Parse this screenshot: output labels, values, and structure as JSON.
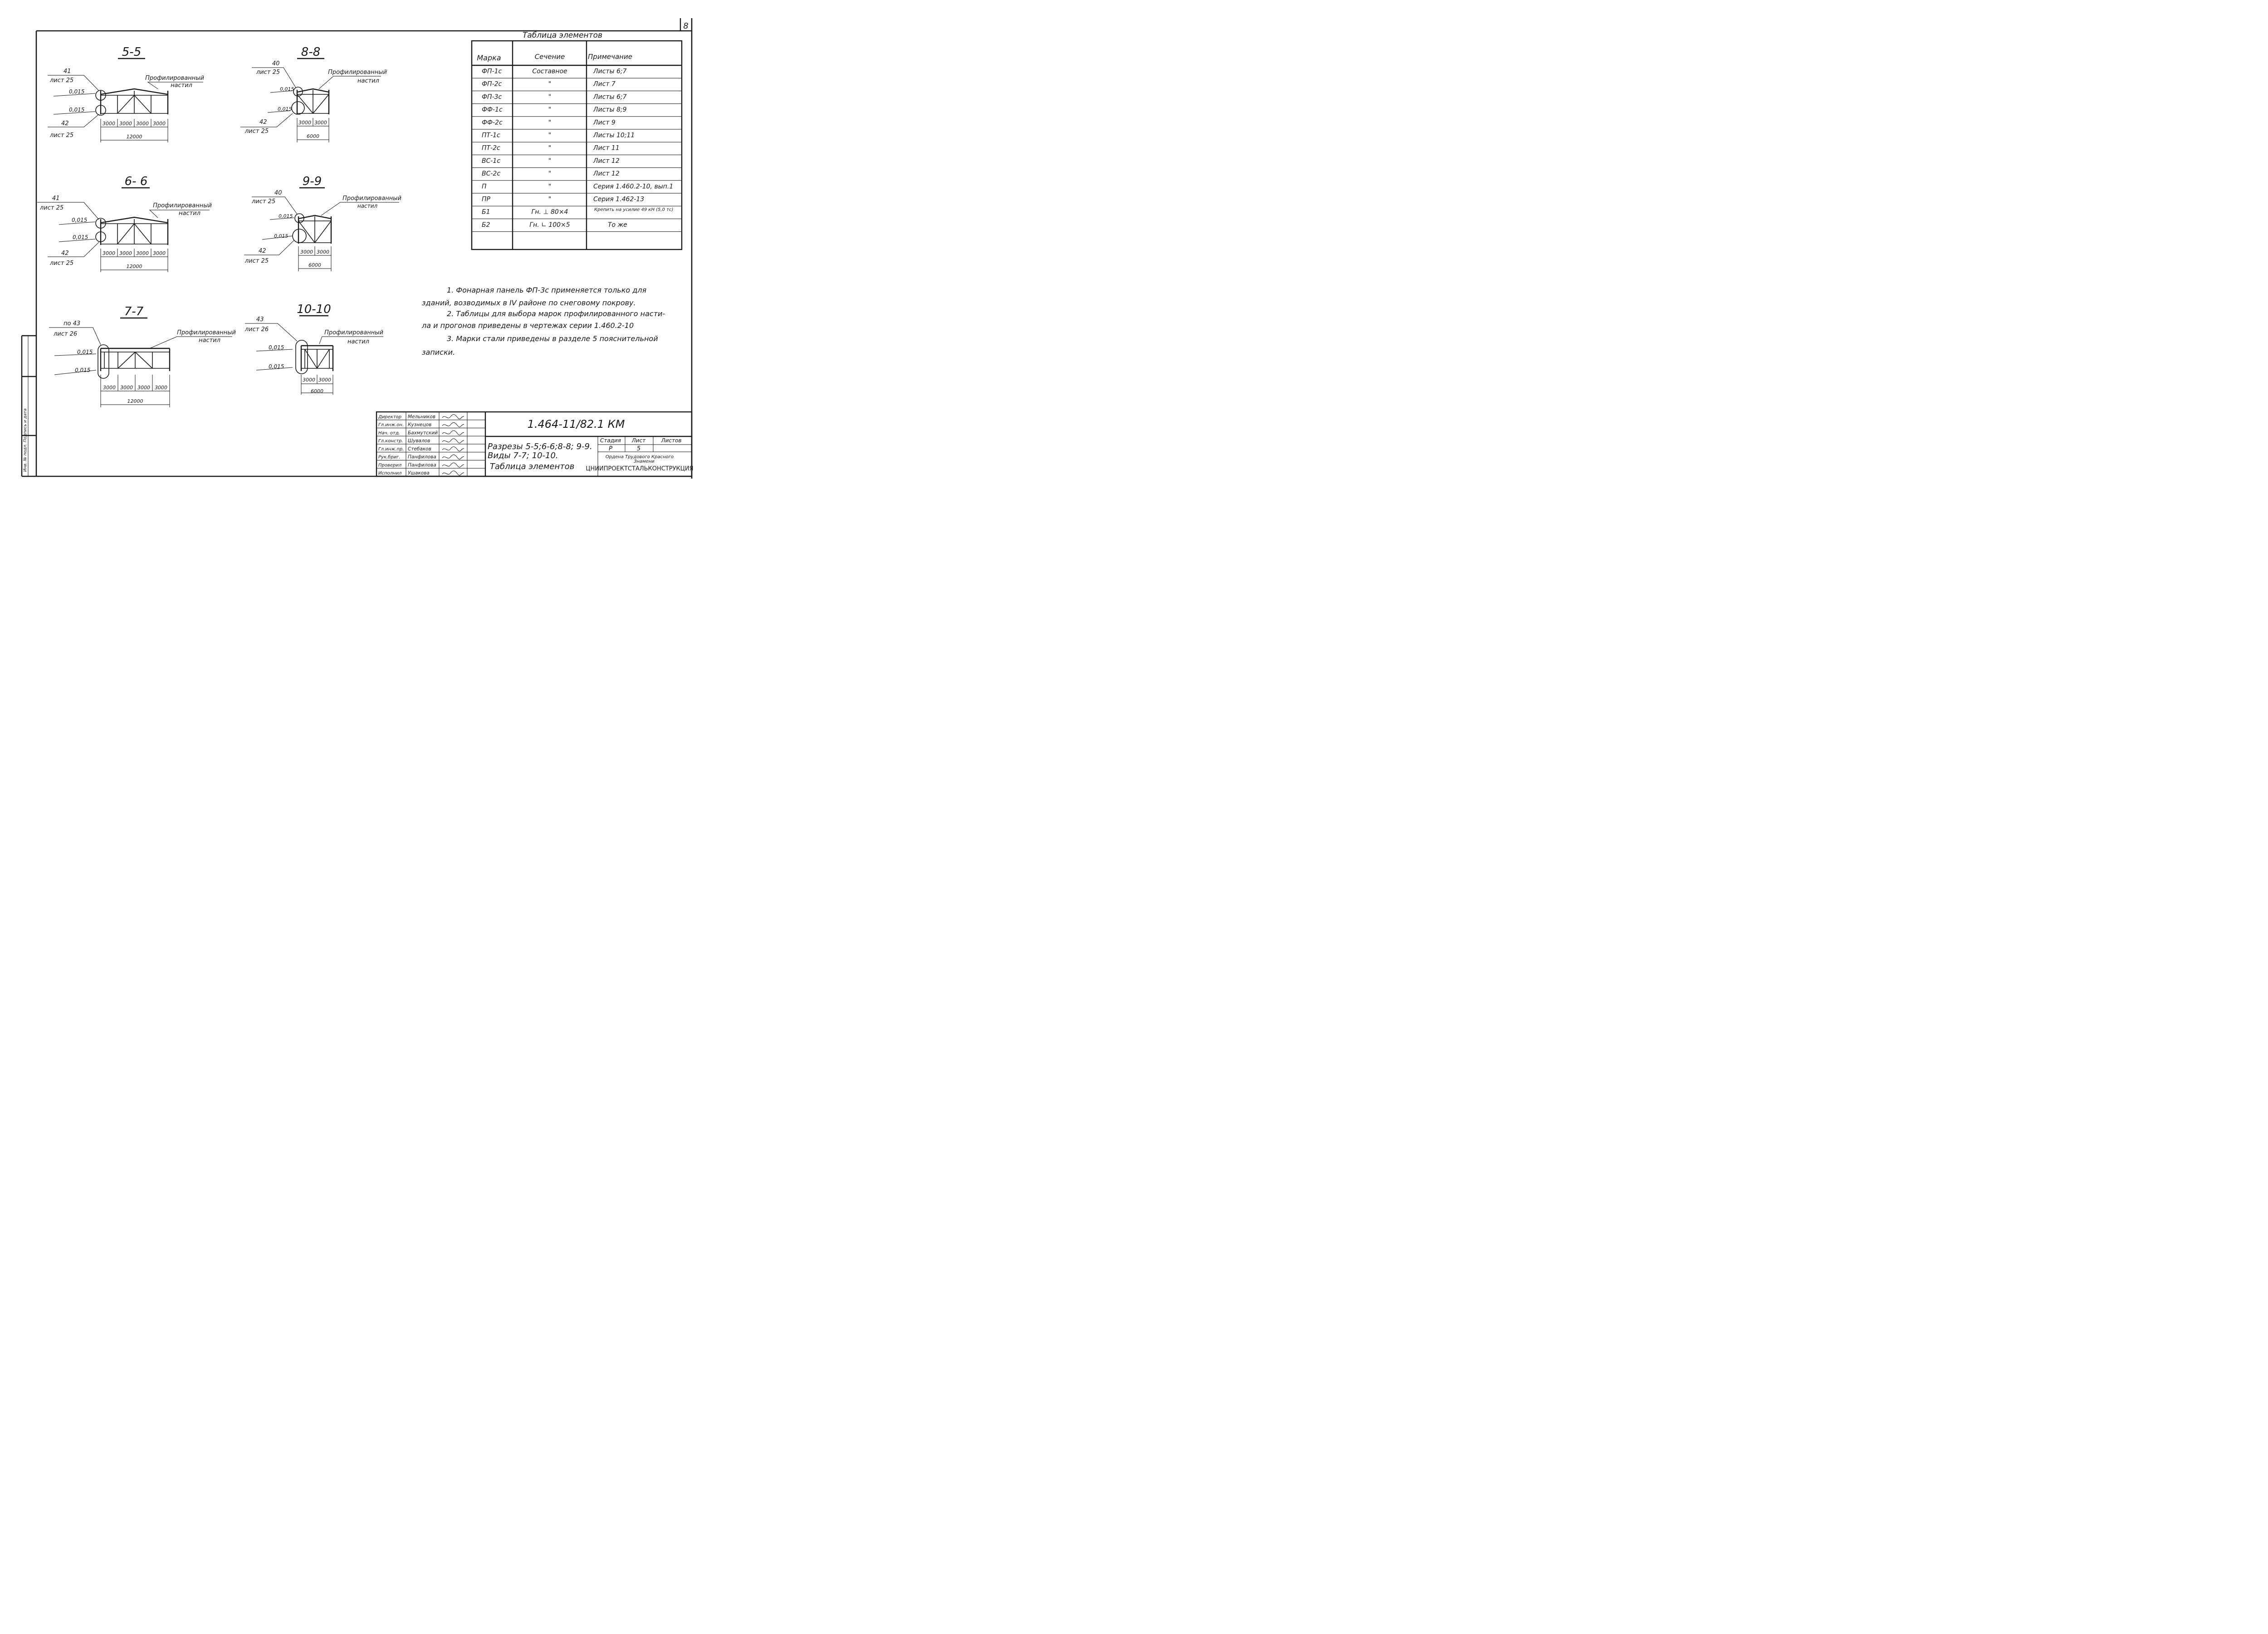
{
  "page_number": "8",
  "sections": [
    {
      "title": "5-5",
      "top_label": "41",
      "top_sheet": "лист 25",
      "bottom_label": "42",
      "bottom_sheet": "лист 25",
      "slope1": "0,015",
      "slope2": "0,015",
      "deck_1": "Профилированный",
      "deck_2": "настил",
      "dims": [
        "3000",
        "3000",
        "3000",
        "3000"
      ],
      "total": "12000"
    },
    {
      "title": "6- 6",
      "top_label": "41",
      "top_sheet": "лист 25",
      "bottom_label": "42",
      "bottom_sheet": "лист 25",
      "slope1": "0,015",
      "slope2": "0,015",
      "deck_1": "Профилированный",
      "deck_2": "настил",
      "dims": [
        "3000",
        "3000",
        "3000",
        "3000"
      ],
      "total": "12000"
    },
    {
      "title": "7-7",
      "top_label": "по 43",
      "top_sheet": "лист 26",
      "slope1": "0,015",
      "slope2": "0,015",
      "deck_1": "Профилированный",
      "deck_2": "настил",
      "dims": [
        "3000",
        "3000",
        "3000",
        "3000"
      ],
      "total": "12000"
    },
    {
      "title": "8-8",
      "top_label": "40",
      "top_sheet": "лист 25",
      "bottom_label": "42",
      "bottom_sheet": "лист 25",
      "slope1": "0,015",
      "slope2": "0,015",
      "deck_1": "Профилированный",
      "deck_2": "настил",
      "dims": [
        "3000",
        "3000"
      ],
      "total": "6000"
    },
    {
      "title": "9-9",
      "top_label": "40",
      "top_sheet": "лист 25",
      "bottom_label": "42",
      "bottom_sheet": "лист 25",
      "slope1": "0,015",
      "slope2": "0,015",
      "deck_1": "Профилированный",
      "deck_2": "настил",
      "dims": [
        "3000",
        "3000"
      ],
      "total": "6000"
    },
    {
      "title": "10-10",
      "top_label": "43",
      "top_sheet": "лист 26",
      "slope1": "0,015",
      "slope2": "0,015",
      "deck_1": "Профилированный",
      "deck_2": "настил",
      "dims": [
        "3000",
        "3000"
      ],
      "total": "6000"
    }
  ],
  "table": {
    "title": "Таблица элементов",
    "headers": [
      "Марка",
      "Сечение",
      "Примечание"
    ],
    "rows": [
      [
        "ФП-1с",
        "Составное",
        "Листы 6;7"
      ],
      [
        "ФП-2с",
        "\"",
        "Лист 7"
      ],
      [
        "ФП-3с",
        "\"",
        "Листы 6;7"
      ],
      [
        "ФФ-1с",
        "\"",
        "Листы 8;9"
      ],
      [
        "ФФ-2с",
        "\"",
        "Лист 9"
      ],
      [
        "ПТ-1с",
        "\"",
        "Листы 10;11"
      ],
      [
        "ПТ-2с",
        "\"",
        "Лист 11"
      ],
      [
        "ВС-1с",
        "\"",
        "Лист 12"
      ],
      [
        "ВС-2с",
        "\"",
        "Лист 12"
      ],
      [
        "П",
        "\"",
        "Серия 1.460.2-10, вып.1"
      ],
      [
        "ПР",
        "\"",
        "Серия 1.462-13"
      ],
      [
        "Б1",
        "Гн. ⊥ 80×4",
        "Крепить на усилие 49 кН (5,0 тс)"
      ],
      [
        "Б2",
        "Гн. ∟ 100×5",
        "То же"
      ],
      [
        "",
        "",
        ""
      ]
    ]
  },
  "notes": [
    "1. Фонарная панель ФП-3с применяется только для",
    "зданий, возводимых в IV районе по снеговому покрову.",
    "2. Таблицы для выбора марок профилированного насти-",
    "ла и прогонов приведены в чертежах серии 1.460.2-10",
    "3. Марки стали приведены в разделе 5 пояснительной",
    "записки."
  ],
  "stamp": {
    "code": "1.464-11/82.1 КМ",
    "title_lines": [
      "Разрезы 5-5;6-6;8-8; 9-9.",
      "Виды 7-7; 10-10.",
      "Таблица элементов"
    ],
    "roles": [
      {
        "role": "Директор",
        "name": "Мельников"
      },
      {
        "role": "Гл.инж.он.",
        "name": "Кузнецов"
      },
      {
        "role": "Нач. отд.",
        "name": "Бахмутский"
      },
      {
        "role": "Гл.констр.",
        "name": "Шувалов"
      },
      {
        "role": "Гл.инж.пр.",
        "name": "Стебаков"
      },
      {
        "role": "Рук.бриг.",
        "name": "Панфилова"
      },
      {
        "role": "Проверил",
        "name": "Панфилова"
      },
      {
        "role": "Исполнил",
        "name": "Ушакова"
      }
    ],
    "stage_label": "Стадия",
    "sheet_label": "Лист",
    "sheets_label": "Листов",
    "stage": "Р",
    "sheet": "5",
    "org_line1": "Ордена Трудового Красного",
    "org_line2": "Знамени",
    "org_name": "ЦНИИПРОЕКТСТАЛЬКОНСТРУКЦИЯ"
  },
  "side_stamp": "Инв. № подл.   Подпись и дата"
}
